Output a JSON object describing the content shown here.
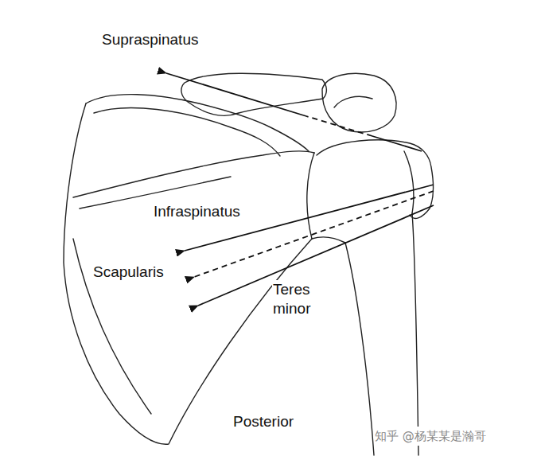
{
  "diagram": {
    "labels": [
      "Supraspinatus",
      "Infraspinatus",
      "Scapularis",
      "Teres minor",
      "Posterior",
      "知乎 @杨某某是瀚哥"
    ]
  }
}
